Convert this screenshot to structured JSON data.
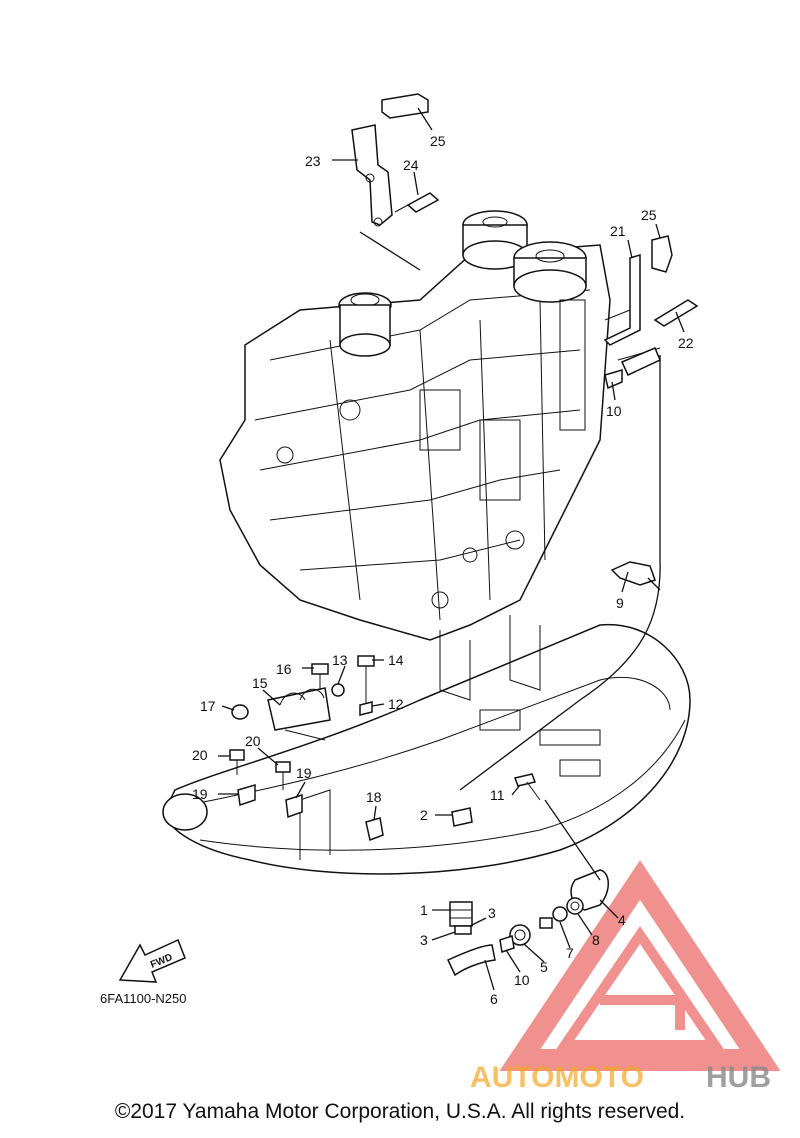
{
  "diagram_code": "6FA1100-N250",
  "fwd_label": "FWD",
  "watermark": {
    "text_primary": "AUTOMOTO",
    "text_secondary": "HUB",
    "color_primary": "#f5a623",
    "color_secondary": "#888888",
    "logo_color": "#e53935"
  },
  "copyright": "©2017 Yamaha Motor Corporation, U.S.A. All rights reserved.",
  "callouts": [
    "1",
    "2",
    "3",
    "3",
    "4",
    "5",
    "6",
    "7",
    "8",
    "9",
    "10",
    "10",
    "11",
    "12",
    "13",
    "14",
    "15",
    "16",
    "17",
    "18",
    "19",
    "19",
    "20",
    "20",
    "21",
    "22",
    "23",
    "24",
    "25",
    "25"
  ]
}
